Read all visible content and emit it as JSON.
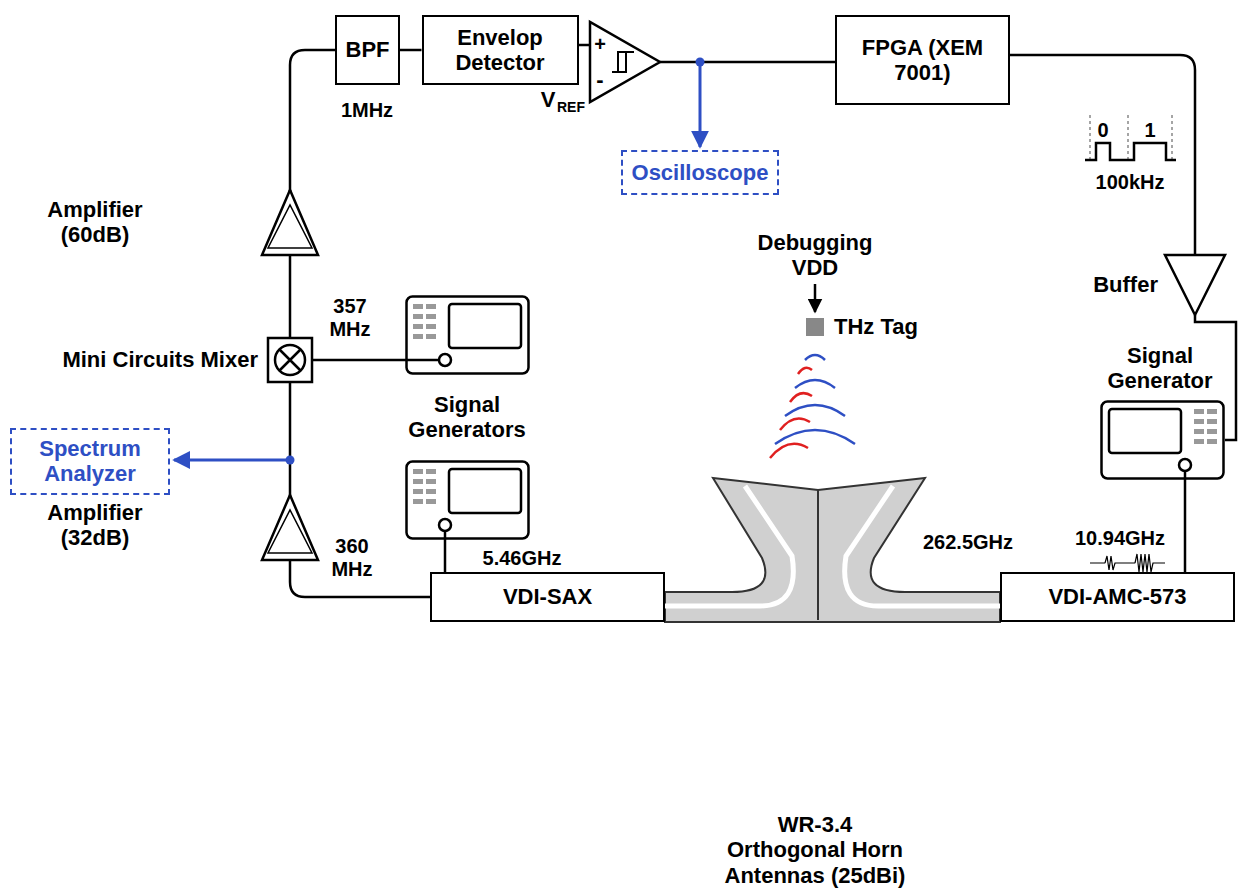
{
  "diagram": {
    "nodes": [
      {
        "text": [
          "BPF"
        ]
      },
      {
        "text": [
          "Envelop Detector"
        ]
      },
      {
        "text": [
          "FPGA (XEM 7001)"
        ]
      },
      {
        "text": [
          "Oscilloscope"
        ]
      },
      {
        "text": [
          "Spectrum Analyzer"
        ]
      },
      {
        "text": [
          "VDI-SAX"
        ]
      },
      {
        "text": [
          "VDI-AMC-573"
        ]
      }
    ],
    "edges": [
      {
        "from": 0,
        "to": 1,
        "arrow": "none"
      }
    ],
    "labels": [
      "1MHz",
      "V",
      "REF",
      "+",
      "-",
      "0",
      "1",
      "100kHz",
      "Amplifier (60dB)",
      "357 MHz",
      "Mini Circuits Mixer",
      "Debugging VDD",
      "THz Tag",
      "Buffer",
      "Signal Generators",
      "Signal Generator",
      "Amplifier (32dB)",
      "360 MHz",
      "5.46GHz",
      "262.5GHz",
      "10.94GHz",
      "WR-3.4 Orthogonal Horn Antennas (25dBi)"
    ]
  }
}
